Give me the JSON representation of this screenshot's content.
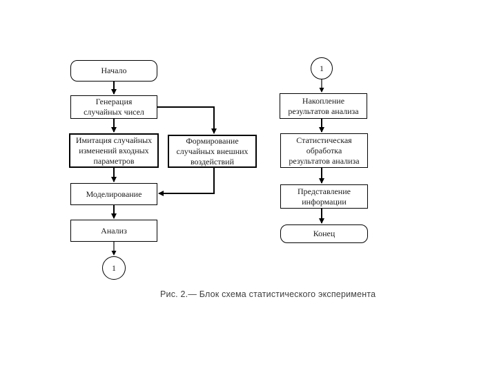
{
  "diagram": {
    "title_caption": "Рис. 2.— Блок схема статистического эксперимента",
    "colors": {
      "line": "#000000",
      "box_border": "#000000",
      "text": "#1a1a1a",
      "caption_text": "#3d3d3d",
      "background": "#ffffff"
    },
    "nodes": {
      "start": {
        "shape": "terminator",
        "label": "Начало",
        "lines": [
          "Начало"
        ]
      },
      "generation": {
        "shape": "process",
        "label": "Генерация случайных чисел",
        "lines": [
          "Генерация",
          "случайных чисел"
        ]
      },
      "imitation": {
        "shape": "process",
        "label": "Имитация случайных изменений входных параметров",
        "lines": [
          "Имитация случайных",
          "изменений входных",
          "параметров"
        ]
      },
      "modeling": {
        "shape": "process",
        "label": "Моделирование",
        "lines": [
          "Моделирование"
        ]
      },
      "analysis": {
        "shape": "process",
        "label": "Анализ",
        "lines": [
          "Анализ"
        ]
      },
      "connector_left": {
        "shape": "circle",
        "label": "1"
      },
      "formation": {
        "shape": "process",
        "label": "Формирование случайных внешних воздействий",
        "lines": [
          "Формирование",
          "случайных внешних",
          "воздействий"
        ]
      },
      "connector_right": {
        "shape": "circle",
        "label": "1"
      },
      "accumulation": {
        "shape": "process",
        "label": "Накопление результатов анализа",
        "lines": [
          "Накопление",
          "результатов анализа"
        ]
      },
      "statistics": {
        "shape": "process",
        "label": "Статистическая обработка результатов анализа",
        "lines": [
          "Статистическая",
          "обработка",
          "результатов анализа"
        ]
      },
      "presentation": {
        "shape": "process",
        "label": "Представление информации",
        "lines": [
          "Представление",
          "информации"
        ]
      },
      "end": {
        "shape": "terminator",
        "label": "Конец",
        "lines": [
          "Конец"
        ]
      }
    },
    "edges": [
      "start -> generation",
      "generation -> imitation",
      "generation -> formation",
      "imitation -> modeling",
      "formation -> modeling",
      "modeling -> analysis",
      "analysis -> connector_left",
      "connector_right -> accumulation",
      "accumulation -> statistics",
      "statistics -> presentation",
      "presentation -> end"
    ]
  }
}
